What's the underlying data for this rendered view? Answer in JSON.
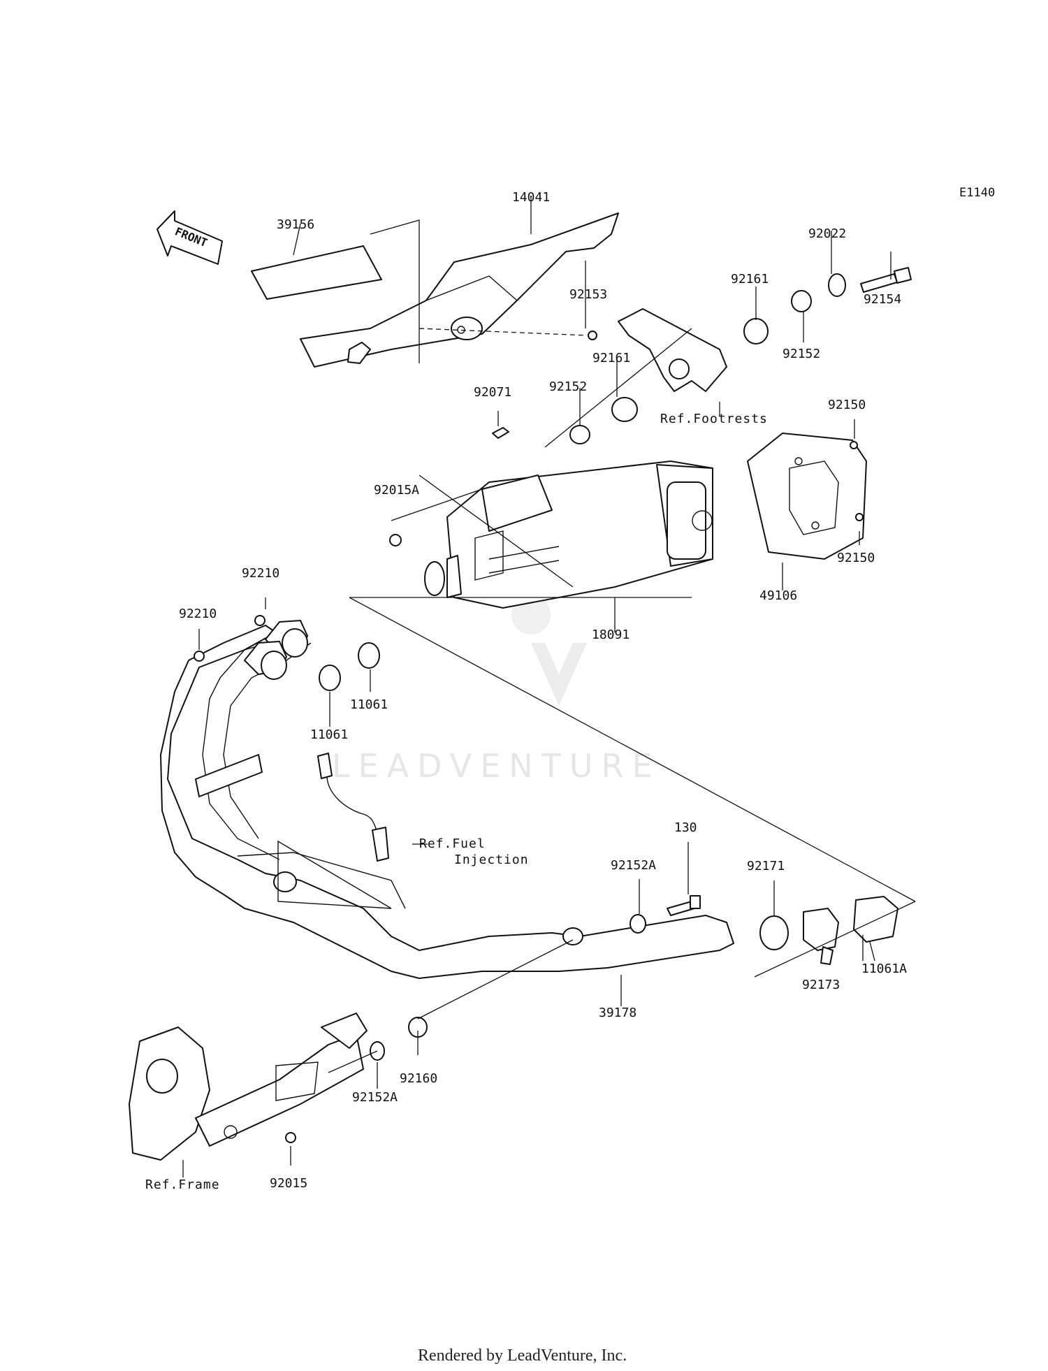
{
  "diagram_code": "E1140",
  "front_label": "FRONT",
  "watermark": "LEADVENTURE",
  "footer": "Rendered by LeadVenture, Inc.",
  "callouts": {
    "p14041": "14041",
    "p39156": "39156",
    "p92153": "92153",
    "p92022": "92022",
    "p92161a": "92161",
    "p92154": "92154",
    "p92152a": "92152",
    "p92161b": "92161",
    "p92152b": "92152",
    "p92071": "92071",
    "p92150a": "92150",
    "p92015A": "92015A",
    "p92150b": "92150",
    "p49106": "49106",
    "p18091": "18091",
    "p92210a": "92210",
    "p92210b": "92210",
    "p11061a": "11061",
    "p11061b": "11061",
    "p130": "130",
    "p92152A_a": "92152A",
    "p92171": "92171",
    "p11061A": "11061A",
    "p92173": "92173",
    "p39178": "39178",
    "p92160": "92160",
    "p92152A_b": "92152A",
    "p92015": "92015"
  },
  "references": {
    "footrests": "Ref.Footrests",
    "fuel_injection_1": "Ref.Fuel",
    "fuel_injection_2": "Injection",
    "frame": "Ref.Frame"
  }
}
